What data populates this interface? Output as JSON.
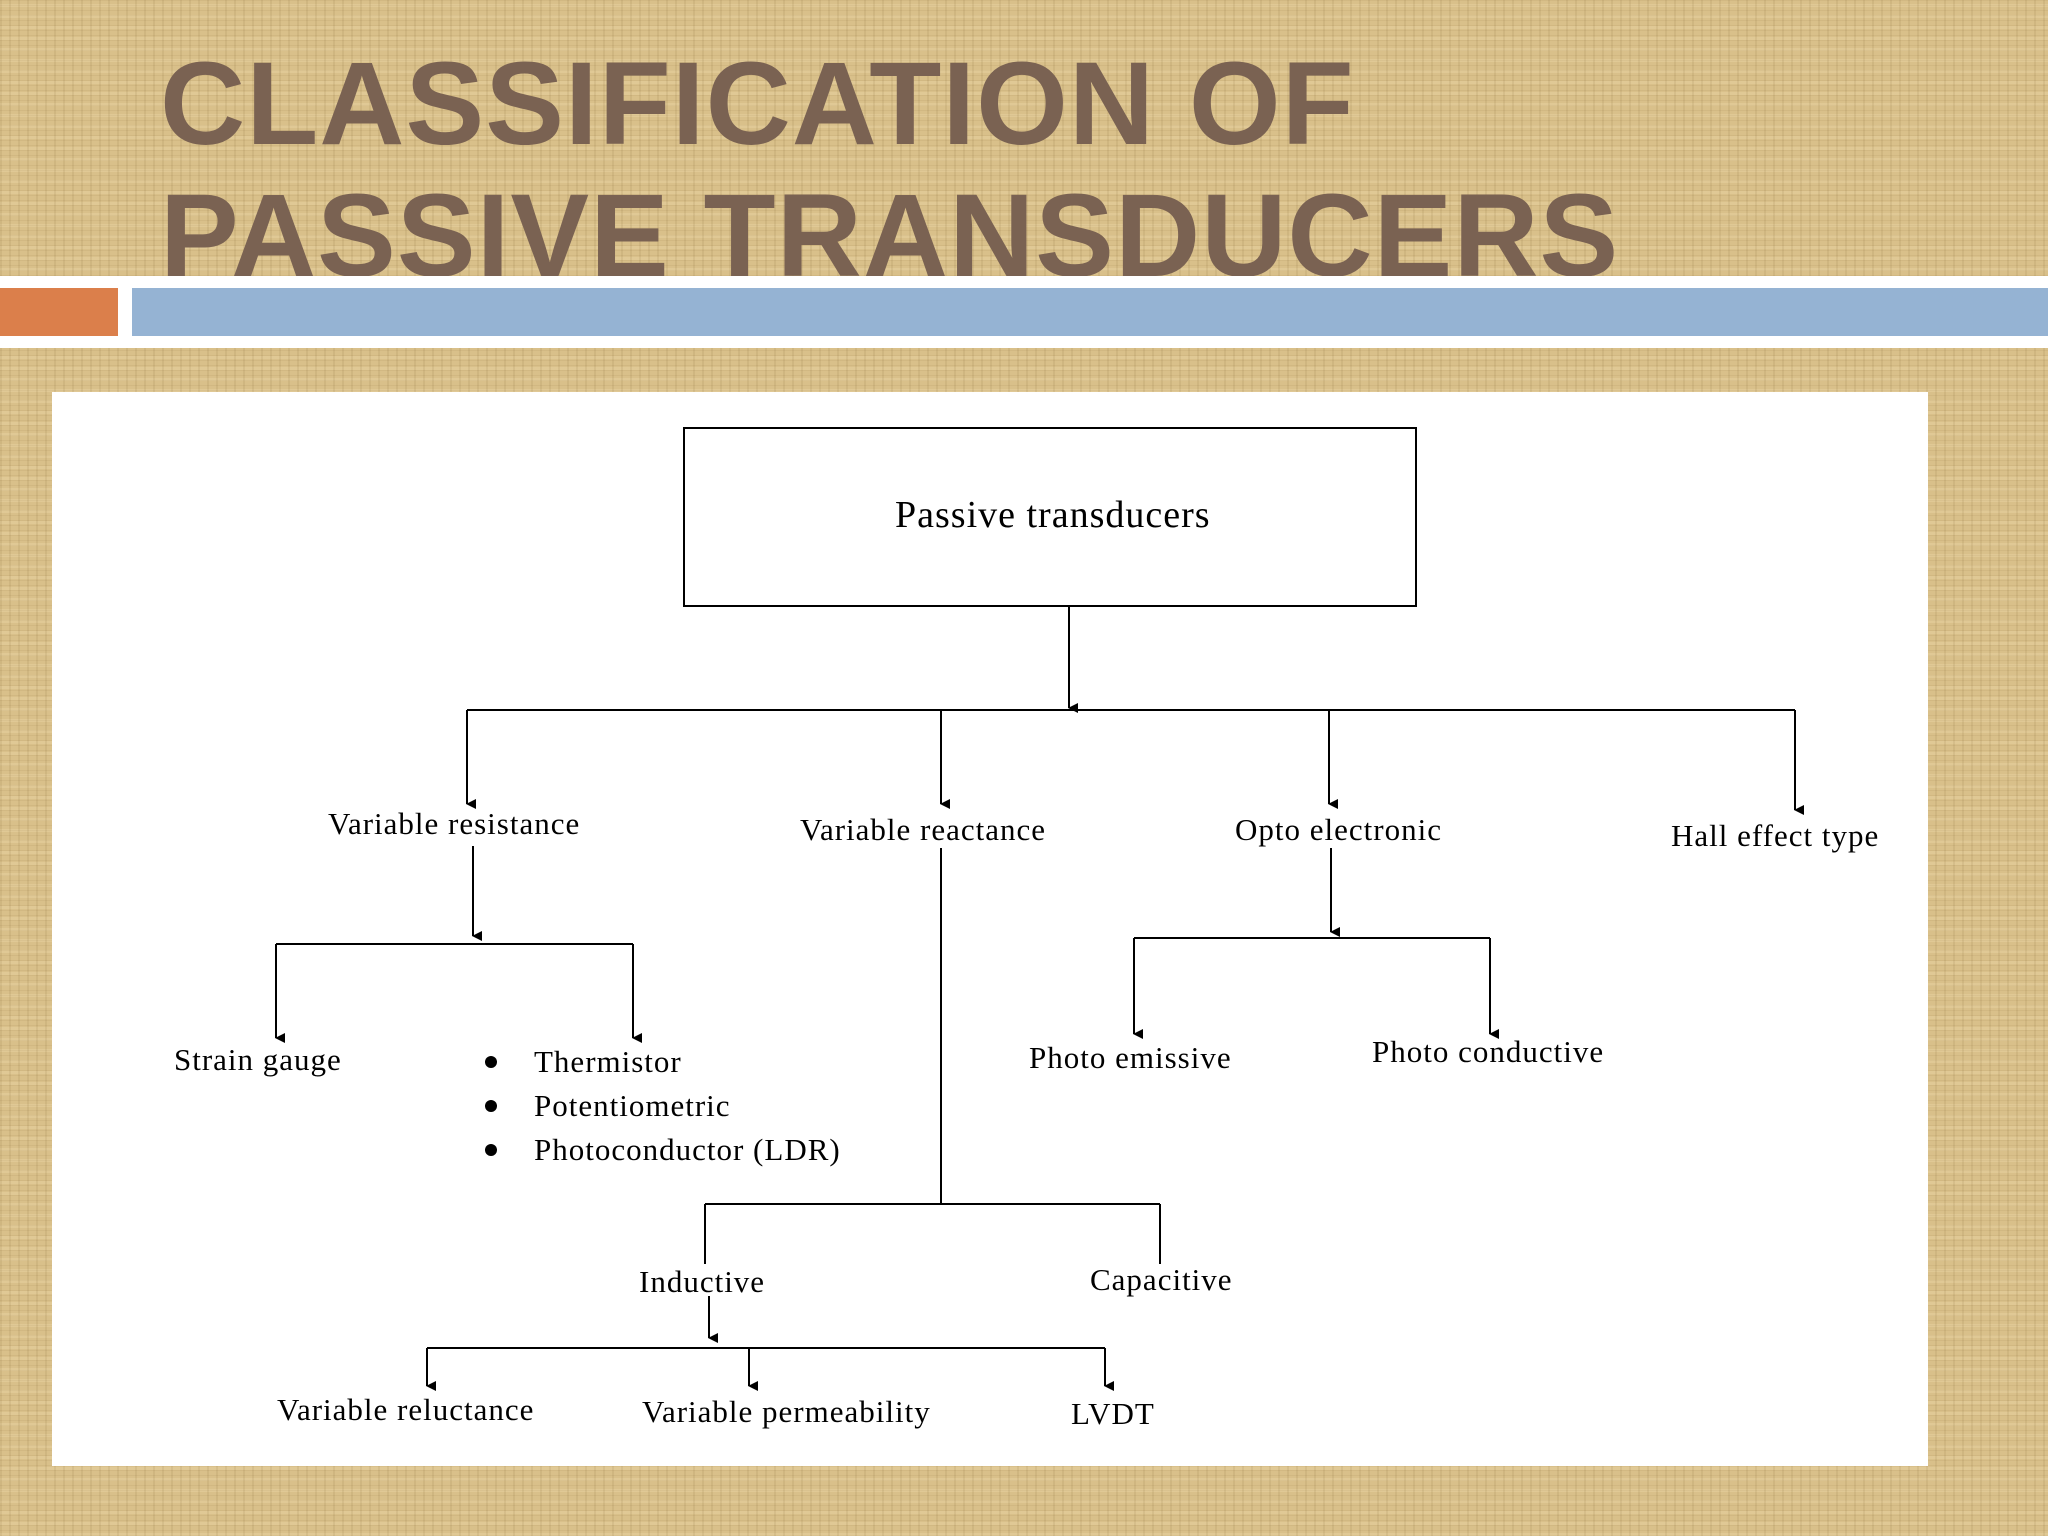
{
  "slide": {
    "title_line1": "CLASSIFICATION OF",
    "title_line2": "PASSIVE TRANSDUCERS"
  },
  "colors": {
    "title": "#7a6252",
    "accent_orange": "#db7f4b",
    "accent_blue": "#95b3d3"
  },
  "diagram": {
    "root": "Passive transducers",
    "categories": {
      "variable_resistance": "Variable resistance",
      "variable_reactance": "Variable reactance",
      "opto_electronic": "Opto electronic",
      "hall_effect": "Hall effect type"
    },
    "resistance_children": {
      "strain_gauge": "Strain gauge",
      "bullets": [
        "Thermistor",
        "Potentiometric",
        "Photoconductor (LDR)"
      ]
    },
    "reactance_children": {
      "inductive": "Inductive",
      "capacitive": "Capacitive"
    },
    "inductive_children": [
      "Variable reluctance",
      "Variable permeability",
      "LVDT"
    ],
    "opto_children": {
      "photo_emissive": "Photo emissive",
      "photo_conductive": "Photo conductive"
    }
  }
}
